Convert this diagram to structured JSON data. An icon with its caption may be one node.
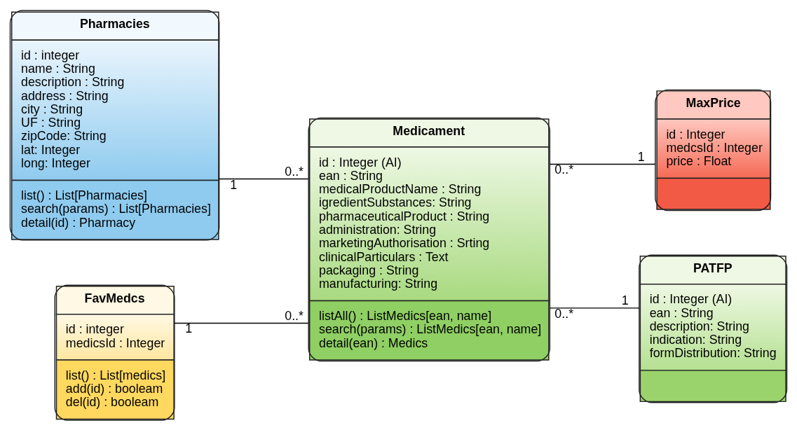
{
  "diagram": {
    "nodes": [
      {
        "text": [
          "Pharmacies",
          "id : integer",
          "name : String",
          "description : String",
          "address : String",
          "city : String",
          "UF : String",
          "zipCode: String",
          "lat: Integer",
          "long: Integer",
          "list() : List[Pharmacies]",
          "search(params) : List[Pharmacies]",
          "detail(id) : Pharmacy"
        ]
      },
      {
        "text": [
          "Medicament",
          "id : Integer (AI)",
          "ean : String",
          "medicalProductName : String",
          "igredientSubstances: String",
          "pharmaceuticalProduct : String",
          "administration: String",
          "marketingAuthorisation : Srting",
          "clinicalParticulars : Text",
          "packaging : String",
          "manufacturing: String",
          "listAll() : ListMedics[ean, name]",
          "search(params) : ListMedics[ean, name]",
          "detail(ean) : Medics"
        ]
      },
      {
        "text": [
          "MaxPrice",
          "id : Integer",
          "medcsId : Integer",
          "price : Float"
        ]
      },
      {
        "text": [
          "PATFP",
          "id : Integer (AI)",
          "ean : String",
          "description: String",
          "indication: String",
          "formDistribution: String"
        ]
      },
      {
        "text": [
          "FavMedcs",
          "id : integer",
          "medicsId : Integer",
          "list() : List[medics]",
          "add(id) : booleam",
          "del(id) : booleam"
        ]
      }
    ],
    "edges": [
      {
        "from": 0,
        "to": 1,
        "arrow": "none"
      },
      {
        "from": 4,
        "to": 1,
        "arrow": "none"
      },
      {
        "from": 1,
        "to": 2,
        "arrow": "none"
      },
      {
        "from": 1,
        "to": 3,
        "arrow": "none"
      }
    ],
    "labels": [
      "1",
      "0..*",
      "1",
      "0..*",
      "0..*",
      "1",
      "0..*",
      "1"
    ]
  }
}
